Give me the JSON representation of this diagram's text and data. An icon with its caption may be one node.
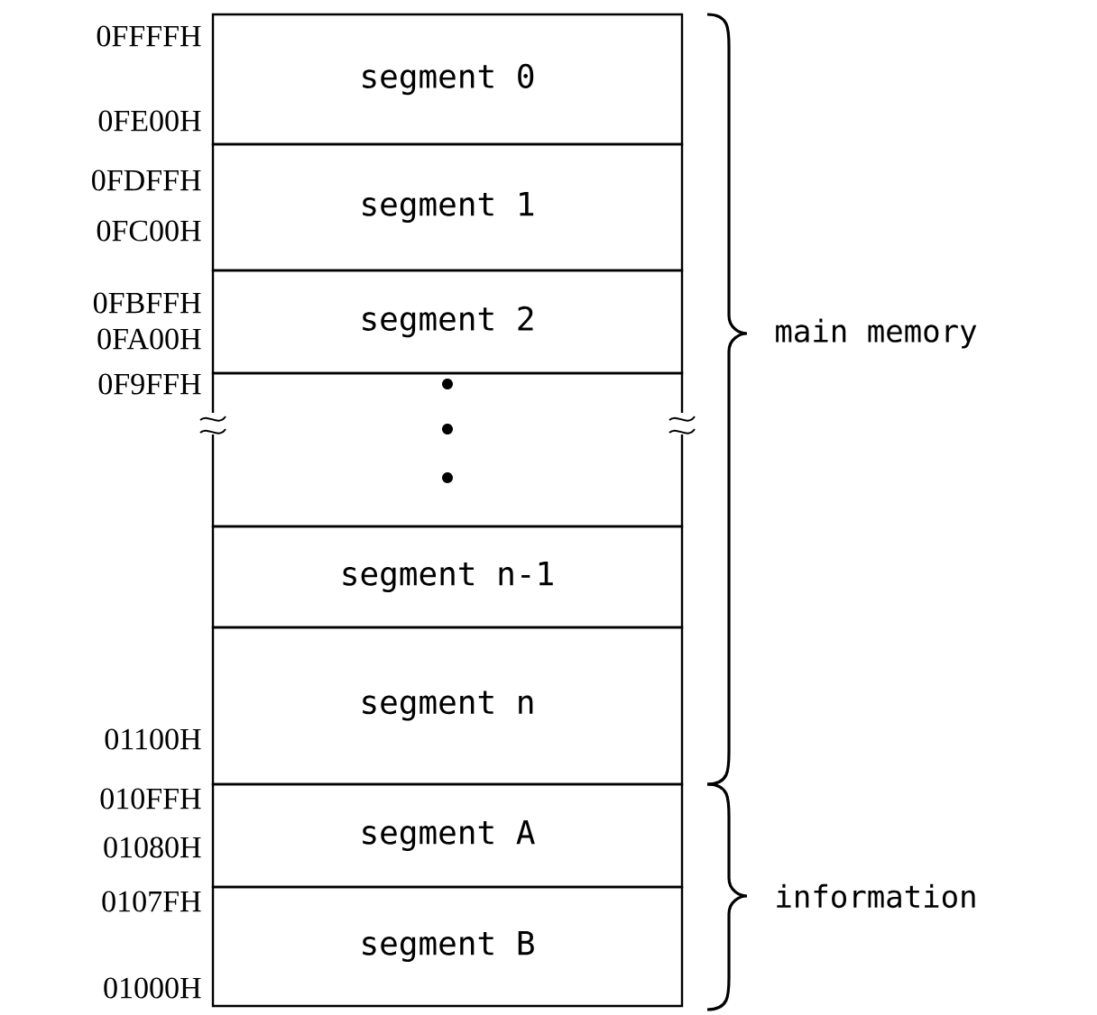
{
  "diagram": {
    "nodes": [
      {
        "text": [
          "segment 0"
        ]
      },
      {
        "text": [
          "segment 1"
        ]
      },
      {
        "text": [
          "segment 2"
        ]
      },
      {
        "text": [],
        "shape": "box"
      },
      {
        "text": [
          "segment n-1"
        ]
      },
      {
        "text": [
          "segment n"
        ]
      },
      {
        "text": [
          "segment A"
        ]
      },
      {
        "text": [
          "segment B"
        ]
      }
    ],
    "edges": [],
    "labels": [
      "0FFFFH",
      "0FE00H",
      "0FDFFH",
      "0FC00H",
      "0FBFFH",
      "0FA00H",
      "0F9FFH",
      "main memory",
      "01100H",
      "010FFH",
      "01080H",
      "0107FH",
      "information",
      "01000H"
    ]
  }
}
